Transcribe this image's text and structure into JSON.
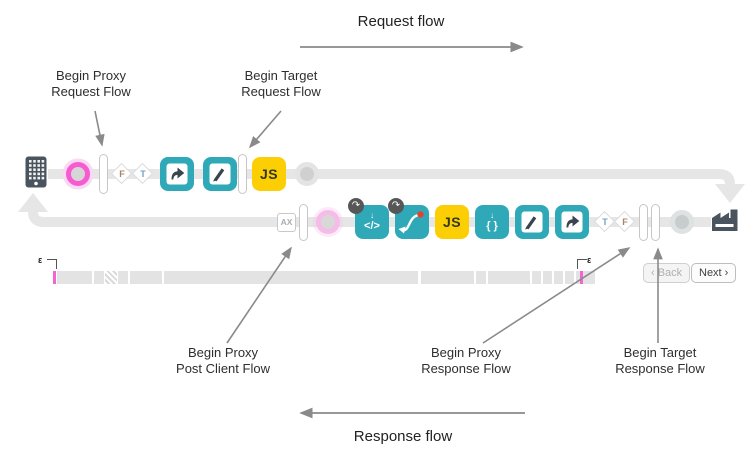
{
  "flow_labels": {
    "request": "Request flow",
    "response": "Response flow"
  },
  "annotations": {
    "proxy_request": {
      "line1": "Begin Proxy",
      "line2": "Request Flow"
    },
    "target_request": {
      "line1": "Begin Target",
      "line2": "Request Flow"
    },
    "post_client": {
      "line1": "Begin Proxy",
      "line2": "Post Client Flow"
    },
    "proxy_response": {
      "line1": "Begin Proxy",
      "line2": "Response Flow"
    },
    "target_response": {
      "line1": "Begin Target",
      "line2": "Response Flow"
    }
  },
  "glyphs": {
    "js": "JS",
    "ax": "AX",
    "f_label": "F",
    "t_label": "T",
    "code": "</>",
    "braces": "{ }",
    "down_arrow": "↓",
    "replay": "↷",
    "epsilon": "ε"
  },
  "controls": {
    "back": "‹ Back",
    "next": "Next ›"
  },
  "colors": {
    "teal": "#2FA9B8",
    "yellow": "#FCCF05",
    "pink": "#F65BD1",
    "pale_pink": "#F6BCE8",
    "slate": "#4A545E",
    "track": "#E6E6E6",
    "arrow": "#8A8A8A",
    "red_dot": "#E8402F"
  }
}
